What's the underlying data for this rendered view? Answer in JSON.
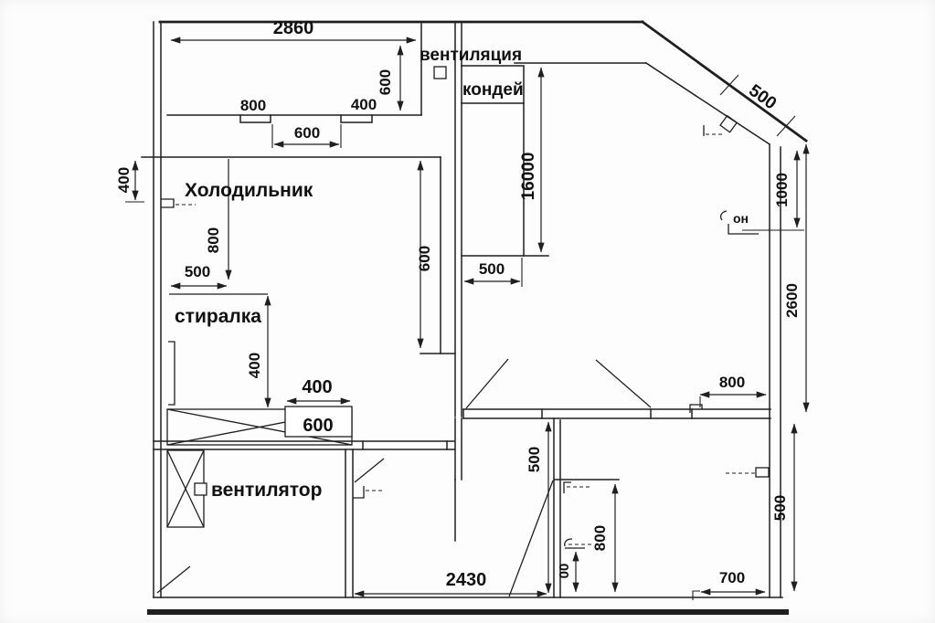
{
  "colors": {
    "ink": "#1f1f1f",
    "paper": "#ffffff"
  },
  "labels": {
    "ventilation": "вентиляция",
    "air_conditioner": "кондей",
    "refrigerator": "Холодильник",
    "washer": "стиралка",
    "fan": "вентилятор",
    "hookup": "он"
  },
  "dimensions": {
    "counter_width": "2860",
    "counter_depth": "600",
    "tab_left": "800",
    "tab_right": "400",
    "tab_gap": "600",
    "wall_offset": "400",
    "fridge_depth": "800",
    "washer_offset": "500",
    "washer_depth": "400",
    "base_width": "400",
    "base_depth": "600",
    "kitchen_clear": "600",
    "duct_height": "16000",
    "duct_width": "500",
    "corner_width": "500",
    "right_top": "1000",
    "right_height": "2600",
    "door_offset": "800",
    "room_width": "2430",
    "room_depth": "500",
    "niche_height": "800",
    "niche_small": "00",
    "corner_right_width": "700",
    "corner_right_height": "500"
  }
}
